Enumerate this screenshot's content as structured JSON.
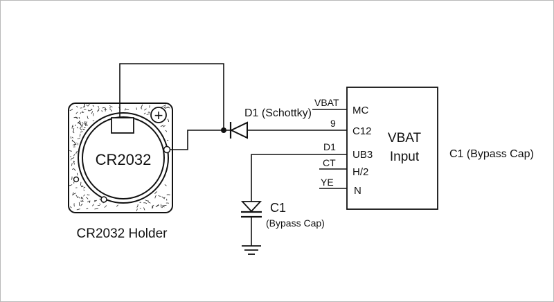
{
  "holder": {
    "label": "CR2032 Holder",
    "battery_label": "CR2032",
    "plus_symbol": "+"
  },
  "diode": {
    "label": "D1 (Schottky)"
  },
  "capacitor": {
    "name": "C1",
    "description": "(Bypass Cap)"
  },
  "ic": {
    "title_line1": "VBAT",
    "title_line2": "Input",
    "side_label": "C1 (Bypass Cap)",
    "pins": [
      {
        "outer": "VBAT",
        "inner": "MC"
      },
      {
        "outer": "9",
        "inner": "C12"
      },
      {
        "outer": "D1",
        "inner": "UB3"
      },
      {
        "outer": "CT",
        "inner": "H/2"
      },
      {
        "outer": "YE",
        "inner": "N"
      }
    ]
  },
  "colors": {
    "line": "#111111",
    "background": "#ffffff"
  }
}
